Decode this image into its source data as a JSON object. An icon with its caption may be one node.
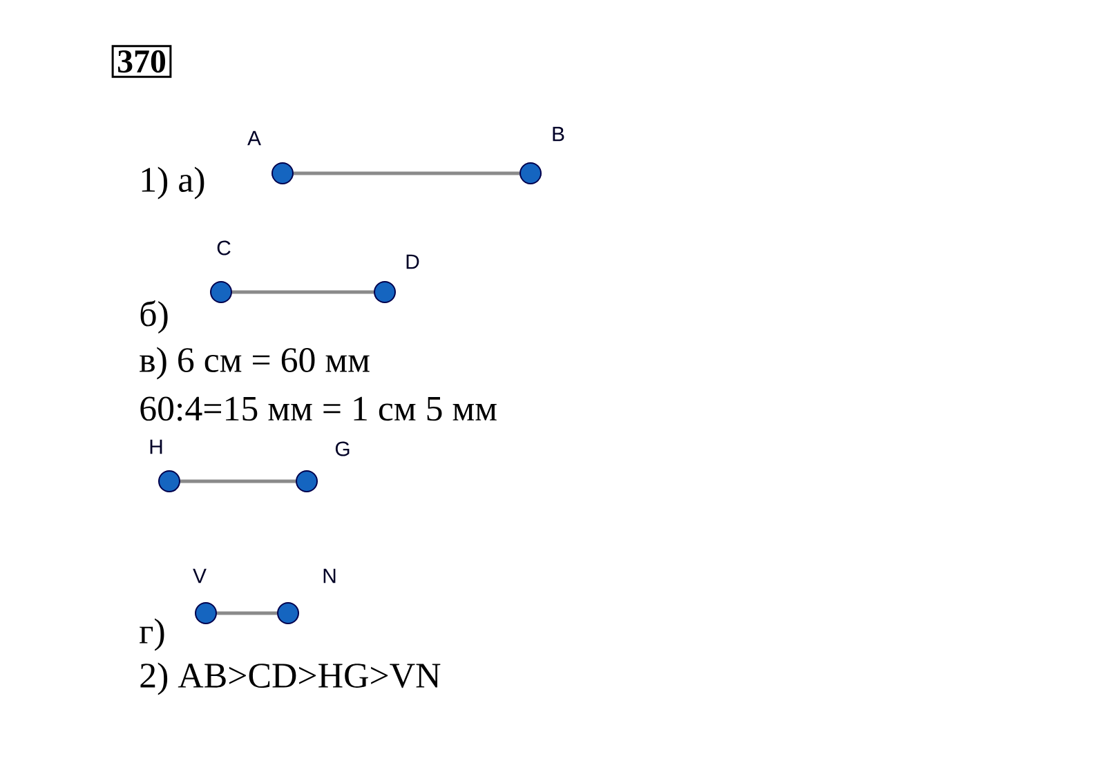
{
  "diagram": {
    "nodes": [
      {
        "text": [
          "A"
        ]
      },
      {
        "text": [
          "B"
        ]
      },
      {
        "text": [
          "C"
        ]
      },
      {
        "text": [
          "D"
        ]
      },
      {
        "text": [
          "H"
        ]
      },
      {
        "text": [
          "G"
        ]
      },
      {
        "text": [
          "V"
        ]
      },
      {
        "text": [
          "N"
        ]
      }
    ],
    "edges": [
      {
        "from": 0,
        "to": 1,
        "arrow": "none"
      },
      {
        "from": 2,
        "to": 3,
        "arrow": "none"
      },
      {
        "from": 4,
        "to": 5,
        "arrow": "none"
      },
      {
        "from": 6,
        "to": 7,
        "arrow": "none"
      }
    ],
    "labels": [
      "370",
      "1) а)",
      "б)",
      "в) 6 см = 60 мм",
      "60:4=15 мм = 1 см 5 мм",
      "г)",
      "2) AB>CD>HG>VN"
    ]
  }
}
